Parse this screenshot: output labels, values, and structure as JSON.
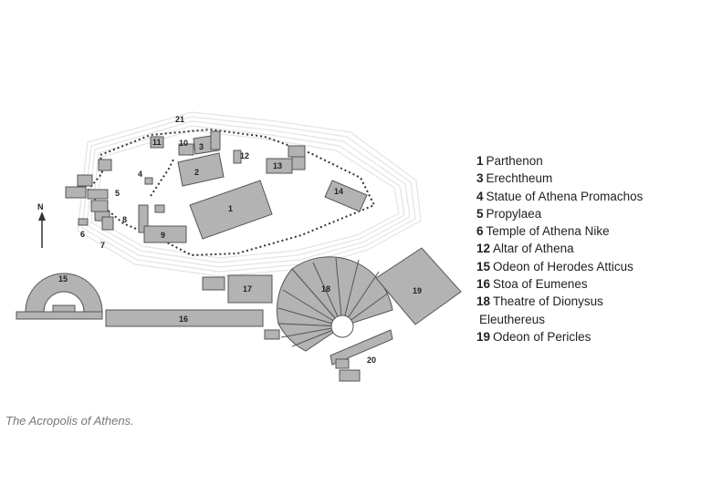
{
  "map": {
    "labels": {
      "n1": "1",
      "n2": "2",
      "n3": "3",
      "n4": "4",
      "n5": "5",
      "n6": "6",
      "n7": "7",
      "n8": "8",
      "n9": "9",
      "n10": "10",
      "n11": "11",
      "n12": "12",
      "n13": "13",
      "n14": "14",
      "n15": "15",
      "n16": "16",
      "n17": "17",
      "n18": "18",
      "n19": "19",
      "n20": "20",
      "n21": "21",
      "north": "N"
    }
  },
  "legend": [
    {
      "num": "1",
      "text": "Parthenon"
    },
    {
      "num": "3",
      "text": "Erechtheum"
    },
    {
      "num": "4",
      "text": "Statue of Athena Promachos"
    },
    {
      "num": "5",
      "text": "Propylaea"
    },
    {
      "num": "6",
      "text": "Temple of Athena Nike"
    },
    {
      "num": "12",
      "text": "Altar of Athena"
    },
    {
      "num": "15",
      "text": "Odeon of Herodes Atticus"
    },
    {
      "num": "16",
      "text": "Stoa of Eumenes"
    },
    {
      "num": "18",
      "text": "Theatre of Dionysus"
    },
    {
      "num": "",
      "text": "Eleuthereus"
    },
    {
      "num": "19",
      "text": "Odeon of Pericles"
    }
  ],
  "caption": "The Acropolis of Athens."
}
